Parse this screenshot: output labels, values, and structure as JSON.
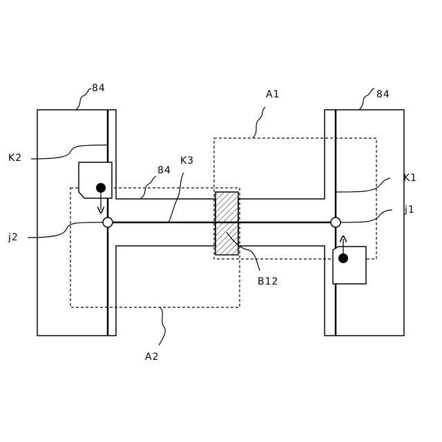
{
  "labels": {
    "wall_left": "84",
    "wall_right": "84",
    "corridor": "84",
    "a1": "A1",
    "a2": "A2",
    "k1": "K1",
    "k2": "K2",
    "k3": "K3",
    "j1": "j1",
    "j2": "j2",
    "b12": "B12"
  },
  "colors": {
    "stroke": "#000000",
    "background": "#ffffff"
  }
}
